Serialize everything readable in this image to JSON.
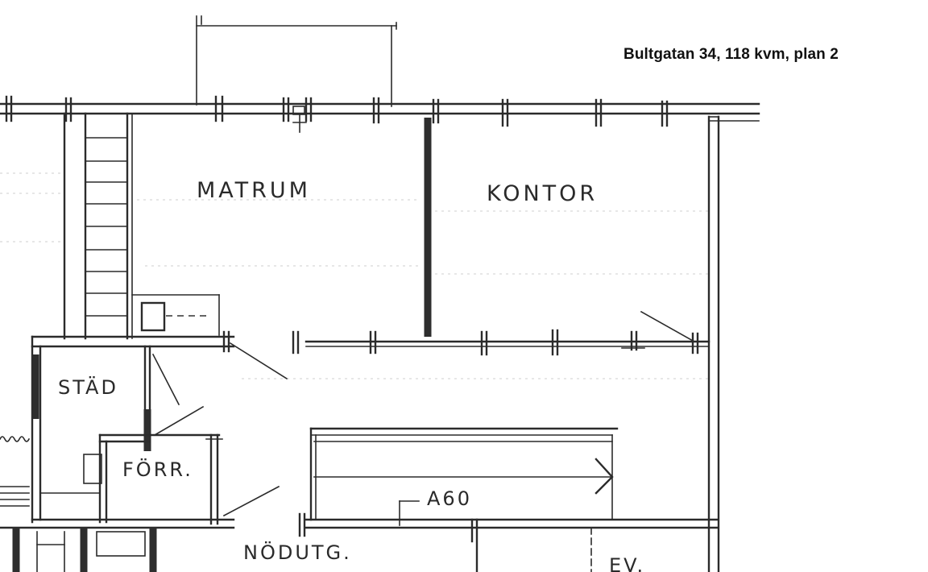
{
  "caption": "Bultgatan 34, 118 kvm, plan 2",
  "rooms": {
    "matrum": "MATRUM",
    "kontor": "KONTOR",
    "stad": "STÄD",
    "forr": "FÖRR.",
    "nodutg": "NÖDUTG.",
    "ev": "EV."
  },
  "annotations": {
    "a60": "A60"
  }
}
